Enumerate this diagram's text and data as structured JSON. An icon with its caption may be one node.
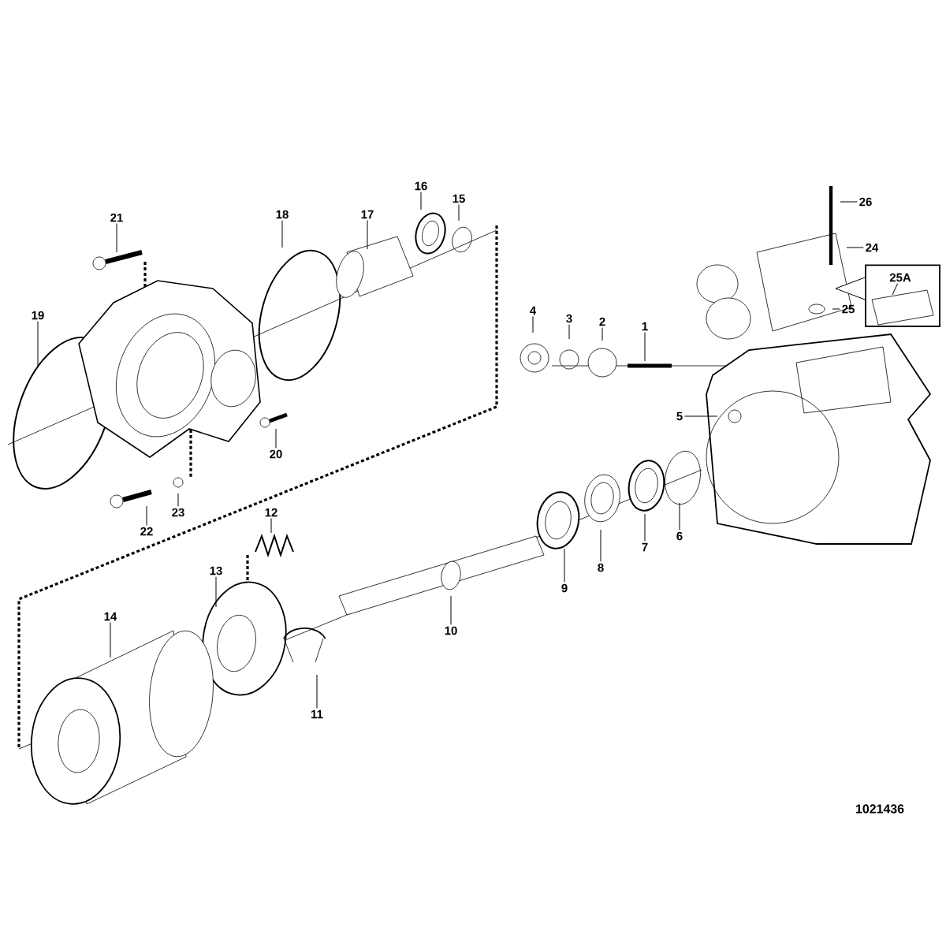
{
  "diagram": {
    "nodes": [
      {
        "text": [
          "21"
        ]
      },
      {
        "text": [
          "18"
        ]
      },
      {
        "text": [
          "17"
        ]
      },
      {
        "text": [
          "16"
        ]
      },
      {
        "text": [
          "15"
        ]
      },
      {
        "text": [
          "26"
        ]
      },
      {
        "text": [
          "24"
        ]
      },
      {
        "text": [],
        "shape": "box"
      },
      {
        "text": [
          "25A"
        ],
        "in": 7
      },
      {
        "text": [
          "19"
        ]
      },
      {
        "text": [
          "25"
        ]
      },
      {
        "text": [
          "4"
        ]
      },
      {
        "text": [
          "3"
        ]
      },
      {
        "text": [
          "2"
        ]
      },
      {
        "text": [
          "1"
        ]
      },
      {
        "text": [
          "5"
        ]
      },
      {
        "text": [
          "20"
        ]
      },
      {
        "text": [
          "23"
        ]
      },
      {
        "text": [
          "22"
        ]
      },
      {
        "text": [
          "12"
        ]
      },
      {
        "text": [
          "6"
        ]
      },
      {
        "text": [
          "7"
        ]
      },
      {
        "text": [
          "8"
        ]
      },
      {
        "text": [
          "9"
        ]
      },
      {
        "text": [
          "13"
        ]
      },
      {
        "text": [
          "10"
        ]
      },
      {
        "text": [
          "14"
        ]
      },
      {
        "text": [
          "11"
        ]
      }
    ],
    "edges": [
      {
        "from": 0,
        "to": null,
        "arrow": "none"
      },
      {
        "from": 1,
        "to": null,
        "arrow": "none"
      },
      {
        "from": 2,
        "to": null,
        "arrow": "none"
      },
      {
        "from": 3,
        "to": null,
        "arrow": "none"
      },
      {
        "from": 4,
        "to": null,
        "arrow": "none"
      },
      {
        "from": 5,
        "to": null,
        "arrow": "none"
      },
      {
        "from": 6,
        "to": null,
        "arrow": "none"
      },
      {
        "from": 8,
        "to": null,
        "arrow": "none"
      },
      {
        "from": 9,
        "to": null,
        "arrow": "none"
      },
      {
        "from": 10,
        "to": null,
        "arrow": "none"
      },
      {
        "from": 11,
        "to": null,
        "arrow": "none"
      },
      {
        "from": 12,
        "to": null,
        "arrow": "none"
      },
      {
        "from": 13,
        "to": null,
        "arrow": "none"
      },
      {
        "from": 14,
        "to": null,
        "arrow": "none"
      },
      {
        "from": 15,
        "to": null,
        "arrow": "none"
      },
      {
        "from": 16,
        "to": null,
        "arrow": "none"
      },
      {
        "from": 17,
        "to": null,
        "arrow": "none"
      },
      {
        "from": 18,
        "to": null,
        "arrow": "none"
      },
      {
        "from": 19,
        "to": null,
        "arrow": "none"
      },
      {
        "from": 20,
        "to": null,
        "arrow": "none"
      },
      {
        "from": 21,
        "to": null,
        "arrow": "none"
      },
      {
        "from": 22,
        "to": null,
        "arrow": "none"
      },
      {
        "from": 23,
        "to": null,
        "arrow": "none"
      },
      {
        "from": 24,
        "to": null,
        "arrow": "none"
      },
      {
        "from": 25,
        "to": null,
        "arrow": "none"
      },
      {
        "from": 26,
        "to": null,
        "arrow": "none"
      },
      {
        "from": 27,
        "to": null,
        "arrow": "none"
      }
    ],
    "labels": [
      "1021436"
    ]
  }
}
